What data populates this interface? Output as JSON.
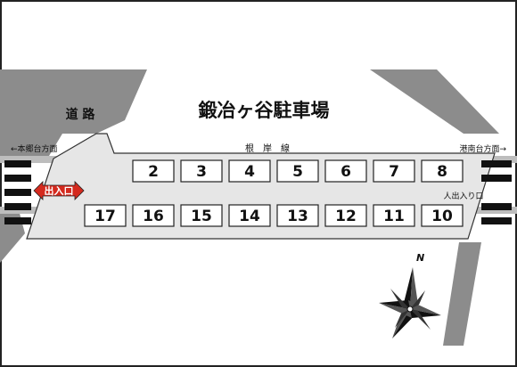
{
  "map": {
    "title": "鍛冶ヶ谷駐車場",
    "road_label": "道 路",
    "direction_left": "←本郷台方面",
    "direction_right": "港南台方面→",
    "rail_line": "根　岸　線",
    "vehicle_entrance_label": "出入口",
    "pedestrian_entrance_label": "人出入り口",
    "north_label": "N",
    "spaces_top": [
      "2",
      "3",
      "4",
      "5",
      "6",
      "7",
      "8"
    ],
    "spaces_bottom": [
      "17",
      "16",
      "15",
      "14",
      "13",
      "12",
      "11",
      "10"
    ],
    "colors": {
      "road": "#8c8c8c",
      "lot": "#e6e6e6",
      "entrance_arrow": "#d42a1e"
    }
  }
}
